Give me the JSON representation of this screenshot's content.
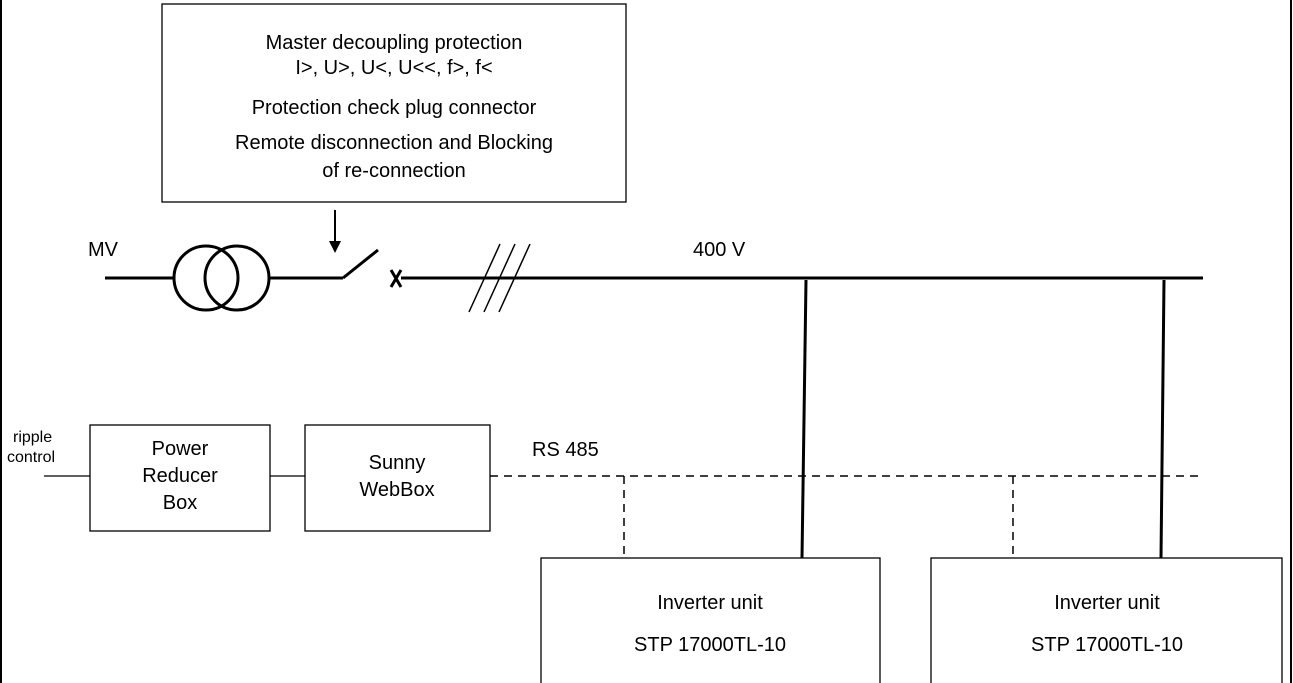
{
  "protection_box": {
    "line1": "Master decoupling protection",
    "line2": "I>, U>, U<, U<<, f>, f<",
    "line3": "Protection check plug connector",
    "line4": "Remote disconnection and Blocking",
    "line5": "of re-connection"
  },
  "grid": {
    "mv_label": "MV",
    "voltage_label": "400 V"
  },
  "control": {
    "ripple_line1": "ripple",
    "ripple_line2": "control",
    "reducer_line1": "Power",
    "reducer_line2": "Reducer",
    "reducer_line3": "Box",
    "webbox_line1": "Sunny",
    "webbox_line2": "WebBox",
    "bus_label": "RS 485"
  },
  "inverters": [
    {
      "line1": "Inverter unit",
      "line2": "STP 17000TL-10"
    },
    {
      "line1": "Inverter unit",
      "line2": "STP 17000TL-10"
    }
  ]
}
